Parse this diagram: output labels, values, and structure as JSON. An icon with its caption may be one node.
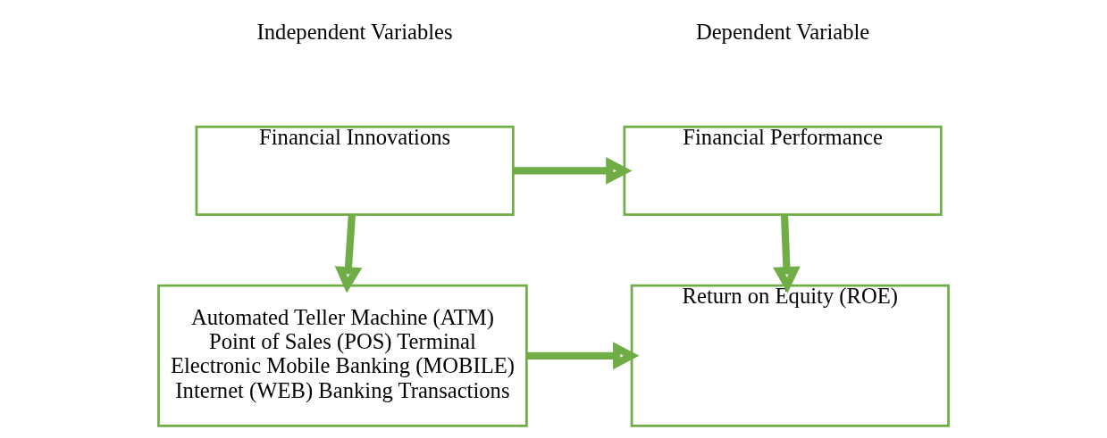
{
  "diagram": {
    "nodes": [
      {
        "text": [
          "Financial Innovations"
        ]
      },
      {
        "text": [
          "Financial Performance"
        ]
      },
      {
        "text": [
          "Automated Teller Machine (ATM)",
          "Point of Sales (POS) Terminal",
          "Electronic Mobile Banking (MOBILE)",
          "Internet (WEB) Banking Transactions"
        ]
      },
      {
        "text": [
          "Return on Equity (ROE)"
        ]
      }
    ],
    "edges": [
      {
        "from": 0,
        "to": 1,
        "arrow": "to"
      },
      {
        "from": 0,
        "to": 2,
        "arrow": "to"
      },
      {
        "from": 1,
        "to": 3,
        "arrow": "to"
      },
      {
        "from": 2,
        "to": 3,
        "arrow": "to"
      }
    ],
    "labels": [
      "Independent Variables",
      "Dependent Variable"
    ]
  }
}
